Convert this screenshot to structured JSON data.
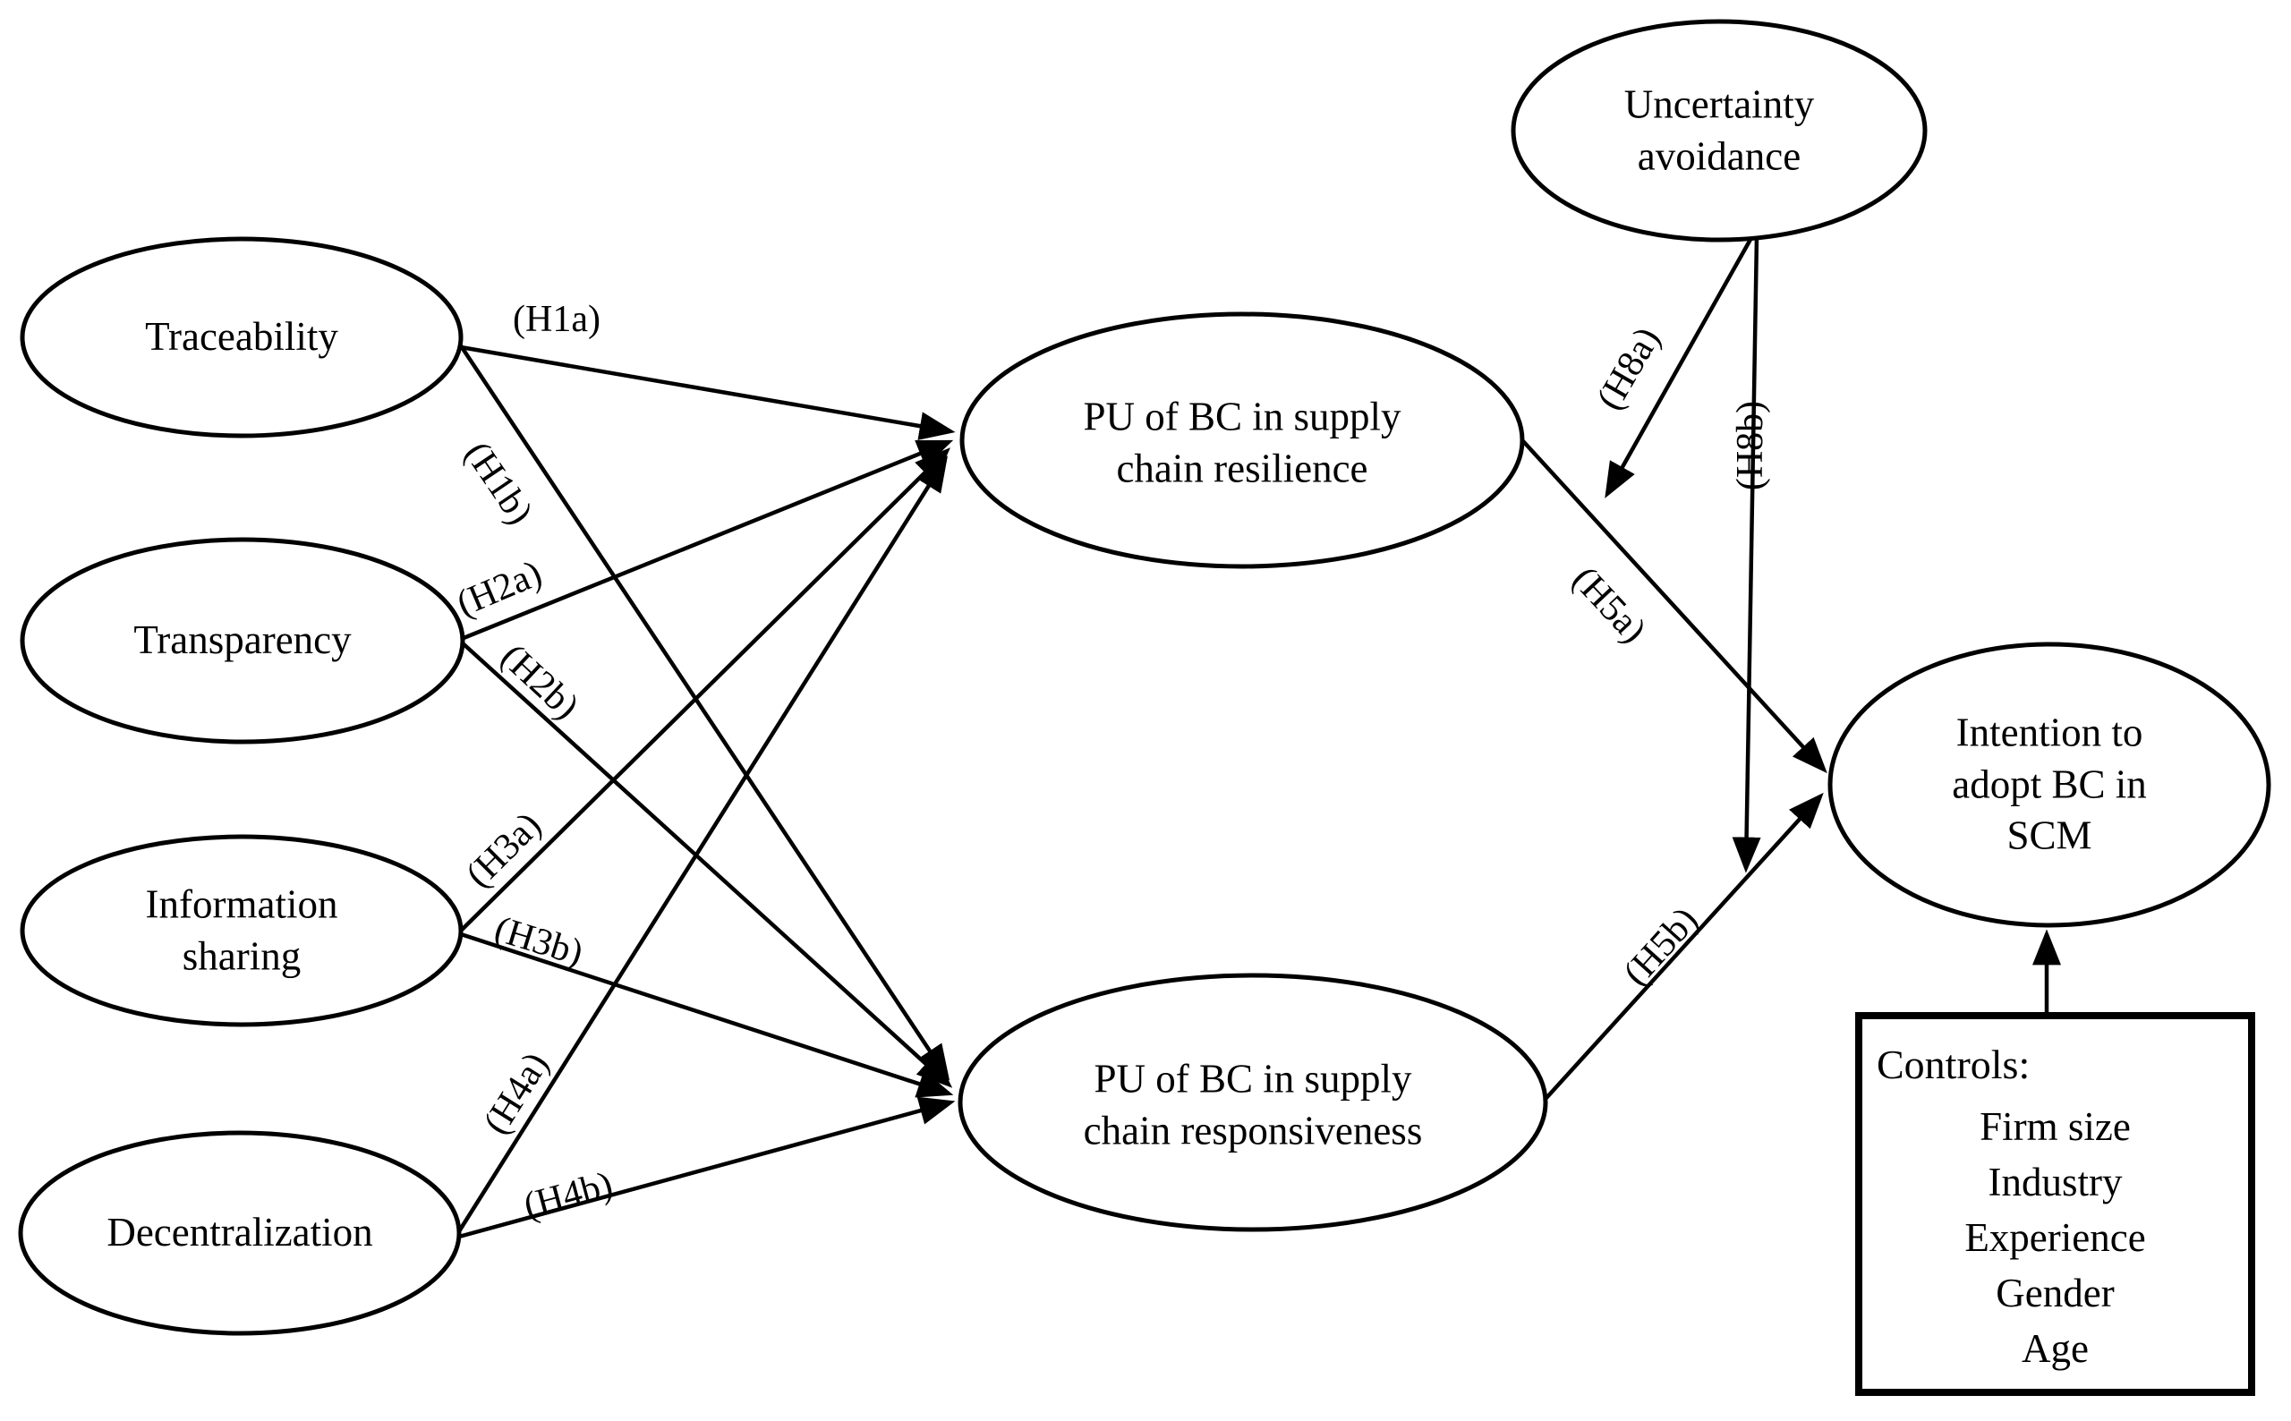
{
  "diagram": {
    "description": "Research model path diagram of blockchain adoption in supply chain management"
  },
  "nodes": {
    "traceability": {
      "label": "Traceability"
    },
    "transparency": {
      "label": "Transparency"
    },
    "information_sharing": {
      "label": "Information sharing"
    },
    "decentralization": {
      "label": "Decentralization"
    },
    "pu_resilience": {
      "label": "PU of BC in supply chain resilience"
    },
    "pu_responsiveness": {
      "label": "PU of BC in supply chain responsiveness"
    },
    "uncertainty_avoidance": {
      "label": "Uncertainty avoidance"
    },
    "intention": {
      "label": "Intention to adopt BC in SCM"
    }
  },
  "edges": {
    "h1a": {
      "label": "(H1a)"
    },
    "h1b": {
      "label": "(H1b)"
    },
    "h2a": {
      "label": "(H2a)"
    },
    "h2b": {
      "label": "(H2b)"
    },
    "h3a": {
      "label": "(H3a)"
    },
    "h3b": {
      "label": "(H3b)"
    },
    "h4a": {
      "label": "(H4a)"
    },
    "h4b": {
      "label": "(H4b)"
    },
    "h5a": {
      "label": "(H5a)"
    },
    "h5b": {
      "label": "(H5b)"
    },
    "h8a": {
      "label": "(H8a)"
    },
    "h8b": {
      "label": "(H8b)"
    }
  },
  "controls": {
    "title": "Controls:",
    "items": [
      "Firm size",
      "Industry",
      "Experience",
      "Gender",
      "Age"
    ]
  },
  "colors": {
    "ink": "#000000",
    "background": "#ffffff"
  }
}
